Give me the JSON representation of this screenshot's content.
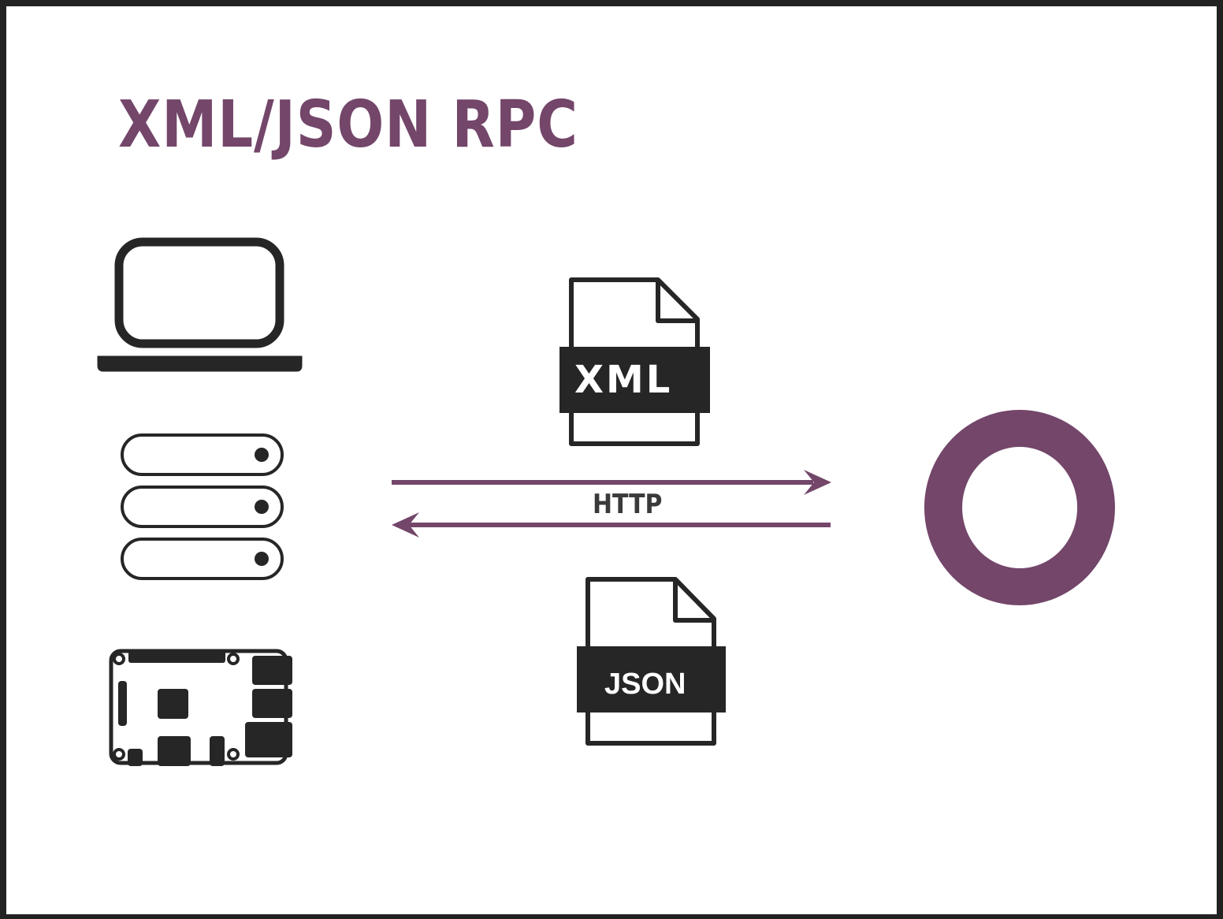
{
  "title": "XML/JSON RPC",
  "colors": {
    "accent": "#73466a",
    "icon": "#262626",
    "border": "#222222",
    "background": "#ffffff",
    "label_text": "#3a3a3a"
  },
  "clients": [
    {
      "name": "laptop",
      "icon": "laptop-icon"
    },
    {
      "name": "server",
      "icon": "server-stack-icon"
    },
    {
      "name": "single-board computer",
      "icon": "raspberry-pi-board-icon"
    }
  ],
  "messages": {
    "request_format": {
      "label": "XML",
      "icon": "xml-file-icon"
    },
    "response_format": {
      "label": "JSON",
      "icon": "json-file-icon"
    }
  },
  "connection": {
    "protocol_label": "HTTP",
    "arrows": [
      {
        "direction": "right",
        "meaning": "request to server"
      },
      {
        "direction": "left",
        "meaning": "response to client"
      }
    ]
  },
  "server": {
    "icon": "odoo-ring-logo-icon"
  }
}
